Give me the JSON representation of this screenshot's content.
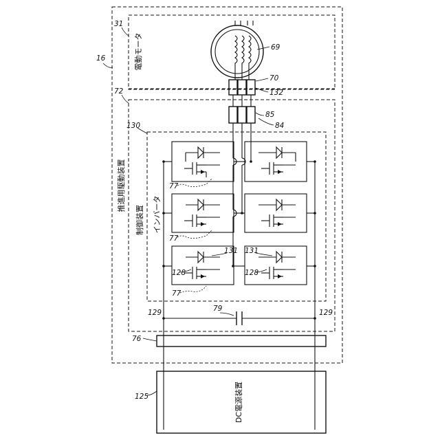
{
  "labels": {
    "device_name": "推進用駆動装置",
    "motor_name": "電動モータ",
    "control_name": "制御装置",
    "inverter_name": "インバータ",
    "dc_source_name": "DC電源装置"
  },
  "refs": {
    "r16": "16",
    "r31": "31",
    "r72": "72",
    "r130": "130",
    "r69": "69",
    "r70": "70",
    "r132": "132",
    "r85": "85",
    "r84": "84",
    "r77a": "77",
    "r77b": "77",
    "r77c": "77",
    "r131a": "131",
    "r131b": "131",
    "r128a": "128",
    "r128b": "128",
    "r129a": "129",
    "r129b": "129",
    "r79": "79",
    "r76": "76",
    "r125": "125"
  }
}
